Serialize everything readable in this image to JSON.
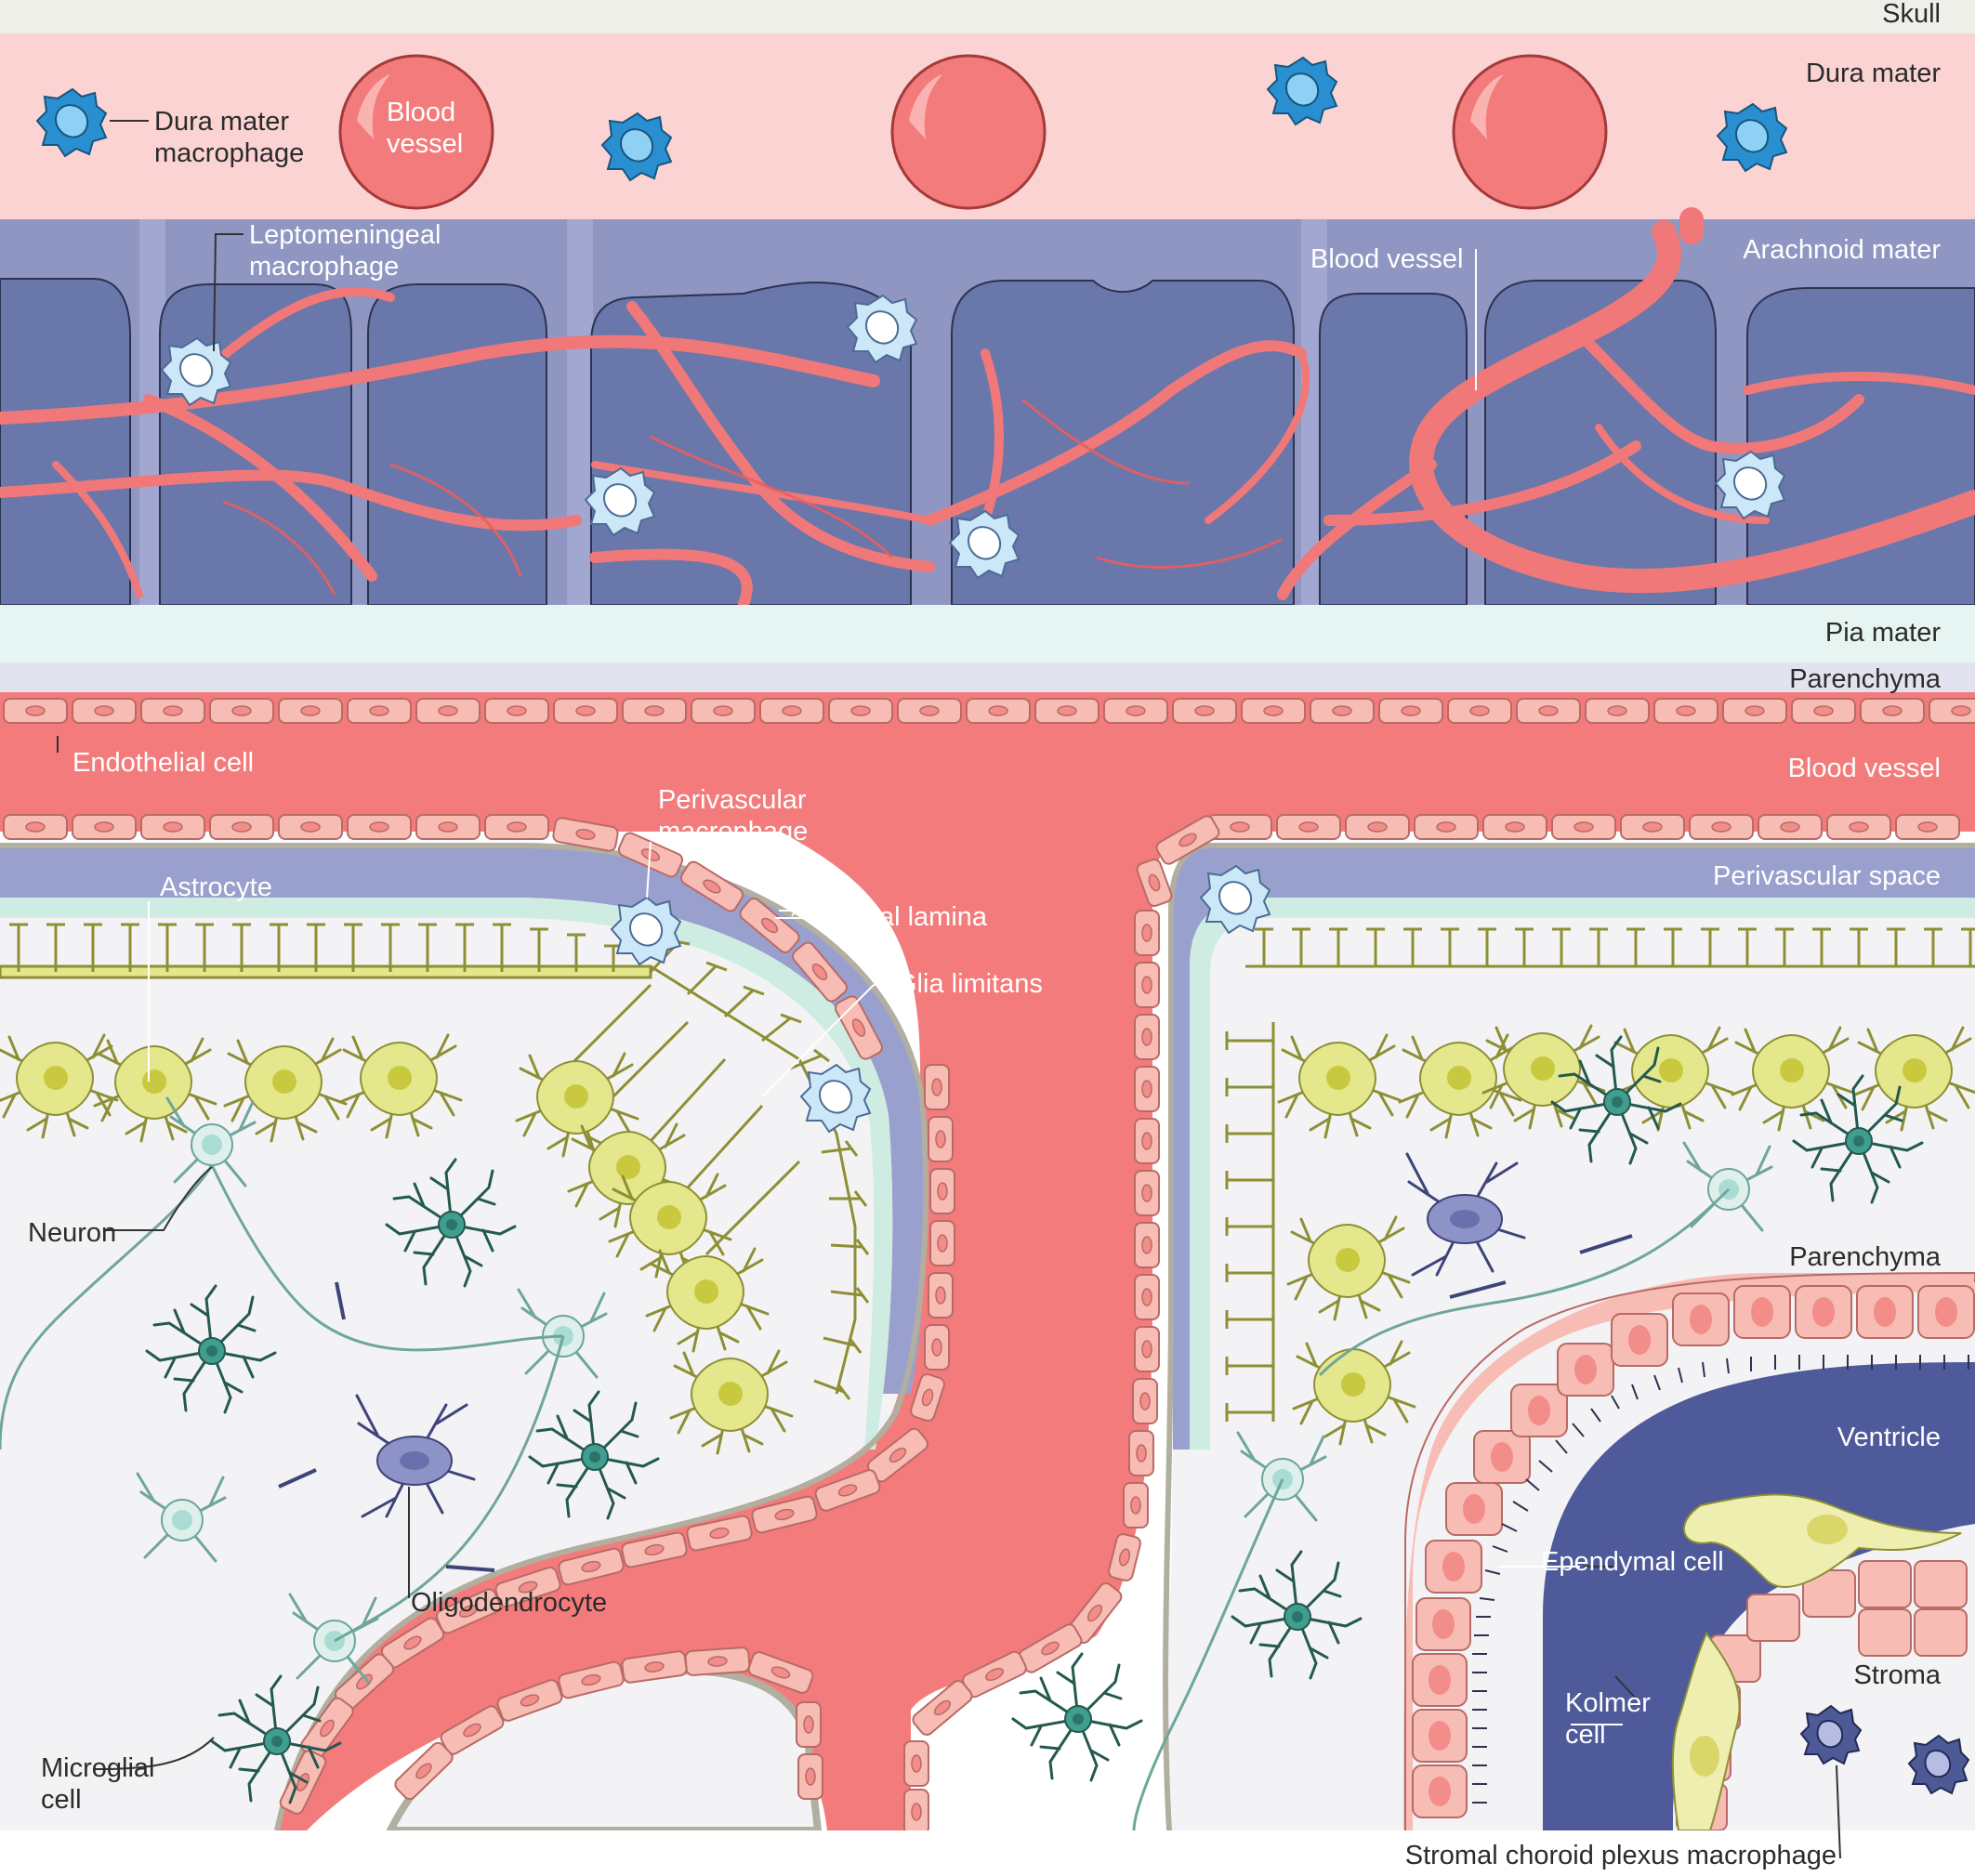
{
  "layers": {
    "skull": "Skull",
    "dura": "Dura mater",
    "arachnoid": "Arachnoid mater",
    "pia": "Pia mater",
    "parenchyma_top": "Parenchyma"
  },
  "labels": {
    "dura_macrophage_1": "Dura mater",
    "dura_macrophage_2": "macrophage",
    "dura_vessel_1": "Blood",
    "dura_vessel_2": "vessel",
    "lepto_1": "Leptomeningeal",
    "lepto_2": "macrophage",
    "arachnoid_vessel": "Blood vessel",
    "endothelial": "Endothelial cell",
    "main_vessel": "Blood vessel",
    "perivascular_mac_1": "Perivascular",
    "perivascular_mac_2": "macrophage",
    "basal_lamina": "Basal lamina",
    "glia_limitans": "Glia limitans",
    "astrocyte": "Astrocyte",
    "perivascular_space": "Perivascular space",
    "neuron": "Neuron",
    "parenchyma": "Parenchyma",
    "ventricle": "Ventricle",
    "ependymal": "Ependymal cell",
    "oligodendrocyte": "Oligodendrocyte",
    "stroma": "Stroma",
    "kolmer_1": "Kolmer",
    "kolmer_2": "cell",
    "microglial_1": "Microglial",
    "microglial_2": "cell",
    "stromal_cp_mac": "Stromal choroid plexus macrophage"
  },
  "colors": {
    "skull": "#efefea",
    "dura": "#fbd3d3",
    "arachnoid": "#8f96c2",
    "pia": "#e6f5f2",
    "blood": "#f47b7b",
    "endothelial": "#f7bcb4",
    "perivascular_space": "#9aa0cd",
    "astrocyte": "#e5e78c",
    "microglia": "#3f9e90",
    "oligodendrocyte": "#7d82b9",
    "macrophage_dura": "#2a8fd0",
    "macrophage_light": "#c9e5f6",
    "ventricle": "#4e5a9a"
  }
}
